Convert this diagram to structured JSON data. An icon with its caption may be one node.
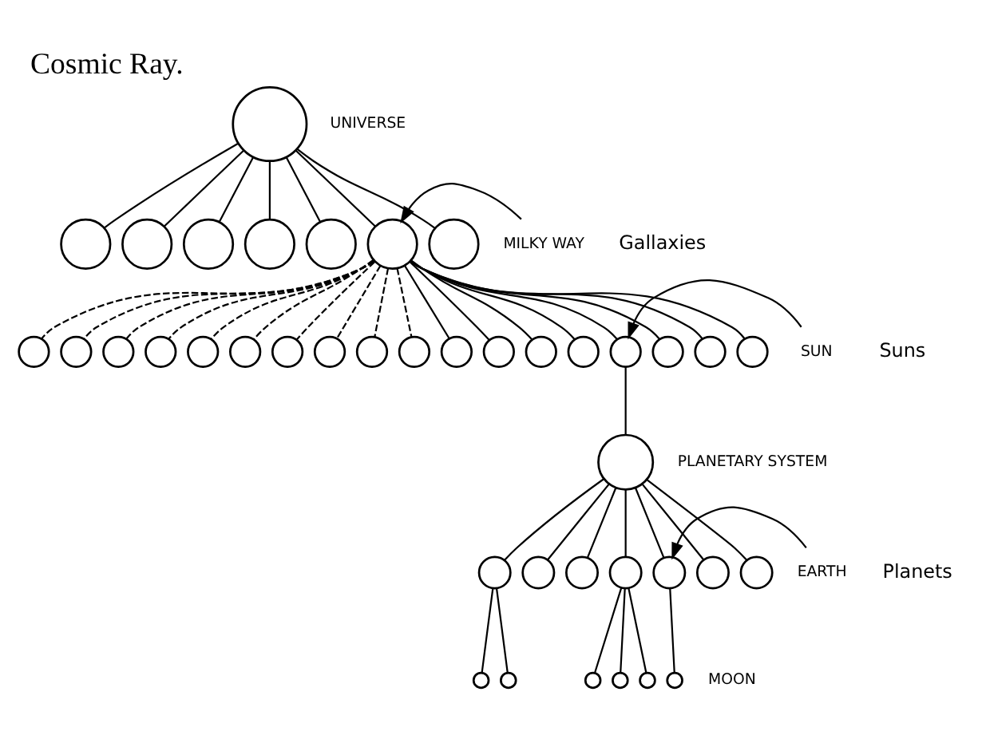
{
  "diagram": {
    "title": "Cosmic Ray.",
    "nodes": [
      {
        "text": [],
        "shape": "circle",
        "beside": [
          "UNIVERSE"
        ]
      },
      {
        "text": [],
        "shape": "circle"
      },
      {
        "text": [],
        "shape": "circle"
      },
      {
        "text": [],
        "shape": "circle"
      },
      {
        "text": [],
        "shape": "circle"
      },
      {
        "text": [],
        "shape": "circle"
      },
      {
        "text": [],
        "shape": "circle"
      },
      {
        "text": [],
        "shape": "circle"
      },
      {
        "text": [
          "MILKY WAY"
        ]
      },
      {
        "text": [],
        "shape": "circle"
      },
      {
        "text": [],
        "shape": "circle"
      },
      {
        "text": [],
        "shape": "circle"
      },
      {
        "text": [],
        "shape": "circle"
      },
      {
        "text": [],
        "shape": "circle"
      },
      {
        "text": [],
        "shape": "circle"
      },
      {
        "text": [],
        "shape": "circle"
      },
      {
        "text": [],
        "shape": "circle"
      },
      {
        "text": [],
        "shape": "circle"
      },
      {
        "text": [],
        "shape": "circle"
      },
      {
        "text": [],
        "shape": "circle"
      },
      {
        "text": [],
        "shape": "circle"
      },
      {
        "text": [],
        "shape": "circle"
      },
      {
        "text": [],
        "shape": "circle"
      },
      {
        "text": [],
        "shape": "circle"
      },
      {
        "text": [],
        "shape": "circle"
      },
      {
        "text": [],
        "shape": "circle"
      },
      {
        "text": [],
        "shape": "circle"
      },
      {
        "text": [
          "SUN"
        ]
      },
      {
        "text": [],
        "shape": "circle",
        "beside": [
          "PLANETARY SYSTEM"
        ]
      },
      {
        "text": [],
        "shape": "circle"
      },
      {
        "text": [],
        "shape": "circle"
      },
      {
        "text": [],
        "shape": "circle"
      },
      {
        "text": [],
        "shape": "circle"
      },
      {
        "text": [],
        "shape": "circle"
      },
      {
        "text": [],
        "shape": "circle"
      },
      {
        "text": [],
        "shape": "circle"
      },
      {
        "text": [
          "EARTH"
        ]
      },
      {
        "text": [],
        "shape": "circle"
      },
      {
        "text": [],
        "shape": "circle"
      },
      {
        "text": [],
        "shape": "circle"
      },
      {
        "text": [],
        "shape": "circle"
      },
      {
        "text": [],
        "shape": "circle"
      },
      {
        "text": [],
        "shape": "circle",
        "beside": [
          "MOON"
        ]
      }
    ],
    "edges": [
      {
        "from": 0,
        "to": 1,
        "arrow": "none"
      },
      {
        "from": 0,
        "to": 2,
        "arrow": "none"
      },
      {
        "from": 0,
        "to": 3,
        "arrow": "none"
      },
      {
        "from": 0,
        "to": 4,
        "arrow": "none"
      },
      {
        "from": 0,
        "to": 5,
        "arrow": "none"
      },
      {
        "from": 0,
        "to": 6,
        "arrow": "none"
      },
      {
        "from": 0,
        "to": 7,
        "arrow": "none"
      },
      {
        "from": 8,
        "to": 6,
        "arrow": "to"
      },
      {
        "from": 6,
        "to": 9,
        "arrow": "none",
        "style": "dashed"
      },
      {
        "from": 6,
        "to": 10,
        "arrow": "none",
        "style": "dashed"
      },
      {
        "from": 6,
        "to": 11,
        "arrow": "none",
        "style": "dashed"
      },
      {
        "from": 6,
        "to": 12,
        "arrow": "none",
        "style": "dashed"
      },
      {
        "from": 6,
        "to": 13,
        "arrow": "none",
        "style": "dashed"
      },
      {
        "from": 6,
        "to": 14,
        "arrow": "none",
        "style": "dashed"
      },
      {
        "from": 6,
        "to": 15,
        "arrow": "none",
        "style": "dashed"
      },
      {
        "from": 6,
        "to": 16,
        "arrow": "none",
        "style": "dashed"
      },
      {
        "from": 6,
        "to": 17,
        "arrow": "none",
        "style": "dashed"
      },
      {
        "from": 6,
        "to": 18,
        "arrow": "none",
        "style": "dashed"
      },
      {
        "from": 6,
        "to": 19,
        "arrow": "none"
      },
      {
        "from": 6,
        "to": 20,
        "arrow": "none"
      },
      {
        "from": 6,
        "to": 21,
        "arrow": "none"
      },
      {
        "from": 6,
        "to": 22,
        "arrow": "none"
      },
      {
        "from": 6,
        "to": 23,
        "arrow": "none"
      },
      {
        "from": 6,
        "to": 24,
        "arrow": "none"
      },
      {
        "from": 6,
        "to": 25,
        "arrow": "none"
      },
      {
        "from": 6,
        "to": 26,
        "arrow": "none"
      },
      {
        "from": 27,
        "to": 23,
        "arrow": "to"
      },
      {
        "from": 23,
        "to": 28,
        "arrow": "none"
      },
      {
        "from": 28,
        "to": 29,
        "arrow": "none"
      },
      {
        "from": 28,
        "to": 30,
        "arrow": "none"
      },
      {
        "from": 28,
        "to": 31,
        "arrow": "none"
      },
      {
        "from": 28,
        "to": 32,
        "arrow": "none"
      },
      {
        "from": 28,
        "to": 33,
        "arrow": "none"
      },
      {
        "from": 28,
        "to": 34,
        "arrow": "none"
      },
      {
        "from": 28,
        "to": 35,
        "arrow": "none"
      },
      {
        "from": 36,
        "to": 33,
        "arrow": "to"
      },
      {
        "from": 29,
        "to": 37,
        "arrow": "none"
      },
      {
        "from": 29,
        "to": 38,
        "arrow": "none"
      },
      {
        "from": 32,
        "to": 39,
        "arrow": "none"
      },
      {
        "from": 32,
        "to": 40,
        "arrow": "none"
      },
      {
        "from": 32,
        "to": 41,
        "arrow": "none"
      },
      {
        "from": 33,
        "to": 42,
        "arrow": "none"
      }
    ],
    "labels": [
      "Gallaxies",
      "Suns",
      "Planets"
    ]
  }
}
